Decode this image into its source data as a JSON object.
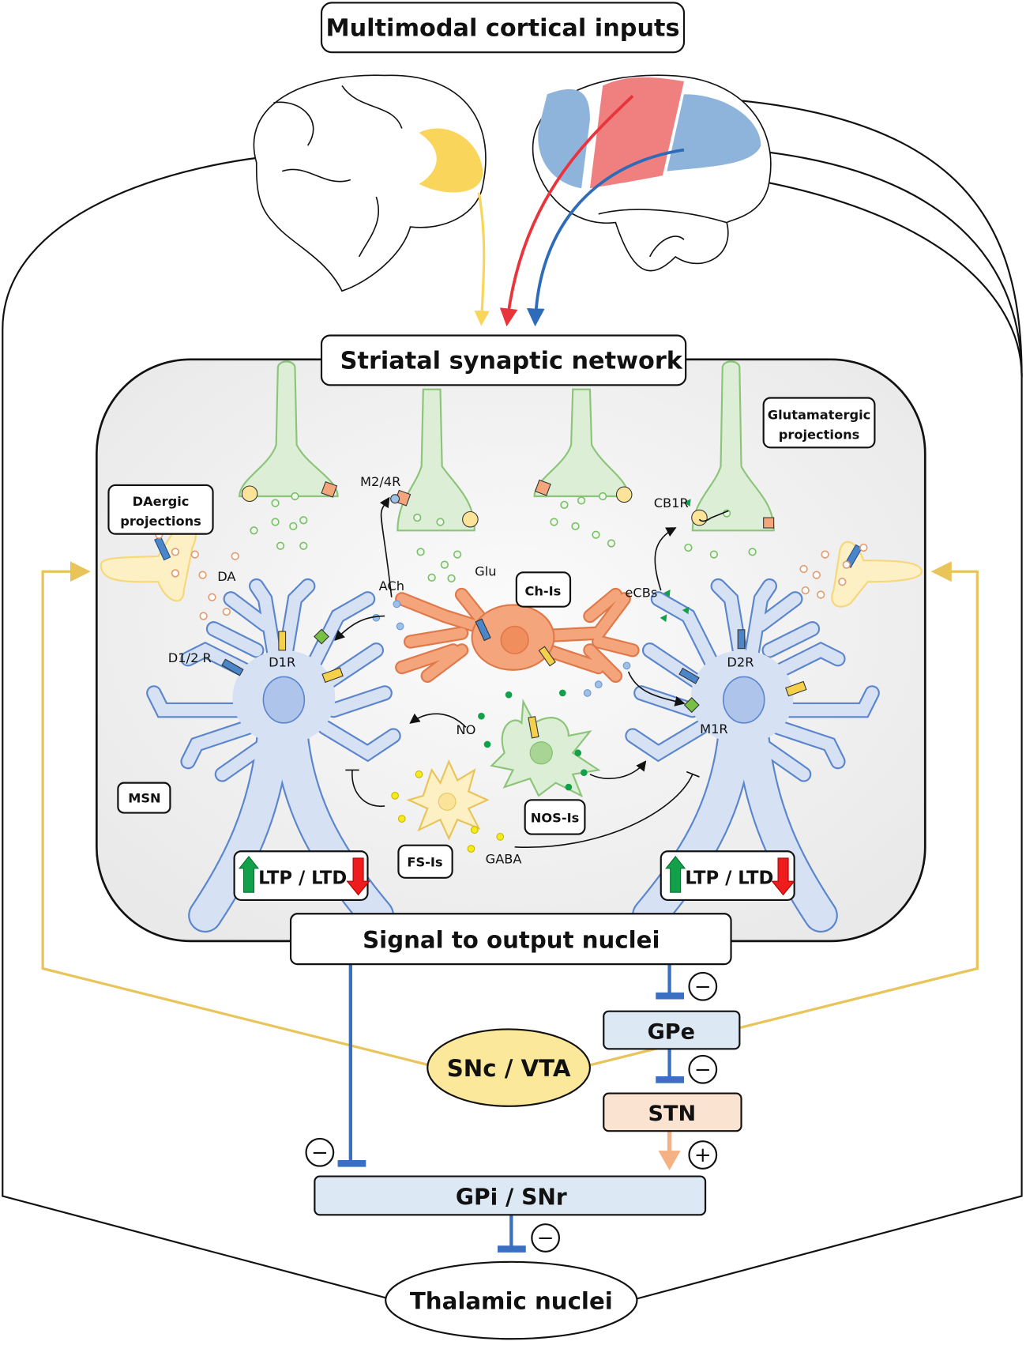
{
  "title": "Multimodal cortical inputs",
  "striatum": {
    "title": "Striatal synaptic network",
    "boxes": {
      "glutamatergic": [
        "Glutamatergic",
        "projections"
      ],
      "daergic": [
        "DAergic",
        "projections"
      ],
      "chis": "Ch-Is",
      "msn": "MSN",
      "nosis": "NOS-Is",
      "fsis": "FS-Is",
      "plasticity_left": "LTP / LTD",
      "plasticity_right": "LTP / LTD"
    },
    "labels": {
      "m24r": "M2/4R",
      "cb1r": "CB1R",
      "da": "DA",
      "glu": "Glu",
      "ach": "ACh",
      "ecbs": "eCBs",
      "d12r": "D1/2 R",
      "d1r": "D1R",
      "d2r": "D2R",
      "m1r": "M1R",
      "no": "NO",
      "gaba": "GABA"
    }
  },
  "output": {
    "signal": "Signal to output nuclei",
    "gpe": "GPe",
    "snc_vta": "SNc / VTA",
    "stn": "STN",
    "gpi_snr": "GPi / SNr",
    "thalamus": "Thalamic nuclei",
    "signs": {
      "minus": "−",
      "plus": "+"
    }
  },
  "colors": {
    "limbic": "#fad55c",
    "motor": "#f08080",
    "associative": "#8fb4dc",
    "inhibitory": "#3b6fc2",
    "excitatory": "#f4b183",
    "dopamine_loop": "#e8c45a",
    "msn_fill": "#d6e2f4",
    "msn_stroke": "#5b85cc",
    "glut_fill": "#dcefd6",
    "chi_fill": "#f4a57c",
    "gpe_fill": "#dce9f5",
    "stn_fill": "#fbe3d2",
    "snc_fill": "#fbe89a"
  }
}
